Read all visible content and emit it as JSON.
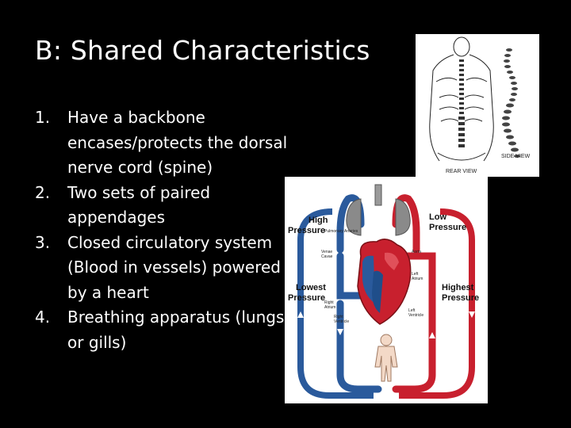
{
  "slide": {
    "title": "B:  Shared Characteristics",
    "items": [
      {
        "number": "1.",
        "text": "Have a backbone encases/protects the dorsal nerve cord (spine)"
      },
      {
        "number": "2.",
        "text": "Two sets of paired appendages"
      },
      {
        "number": "3.",
        "text": "Closed circulatory system (Blood in vessels) powered by a heart"
      },
      {
        "number": "4.",
        "text": "Breathing apparatus (lungs or gills)"
      }
    ]
  },
  "spine_figure": {
    "labels": {
      "rear": "REAR VIEW",
      "side": "SIDE VIEW"
    }
  },
  "circulation_figure": {
    "labels": {
      "high_l1": "High",
      "high_l2": "Pressure",
      "low_l1": "Low",
      "low_l2": "Pressure",
      "lowest_l1": "Lowest",
      "lowest_l2": "Pressure",
      "highest_l1": "Highest",
      "highest_l2": "Pressure",
      "pulmonary_arteries": "Pulmonary Arteries",
      "venae_l1": "Venae",
      "venae_l2": "Cavae",
      "aorta": "Aorta",
      "left_atrium_l1": "Left",
      "left_atrium_l2": "Atrium",
      "right_atrium_l1": "Right",
      "right_atrium_l2": "Atrium",
      "right_ventricle_l1": "Right",
      "right_ventricle_l2": "Ventricle",
      "left_ventricle_l1": "Left",
      "left_ventricle_l2": "Ventricle"
    },
    "colors": {
      "oxygenated": "#c8202e",
      "deoxygenated": "#2a5a9c",
      "lungs": "#777777"
    }
  }
}
